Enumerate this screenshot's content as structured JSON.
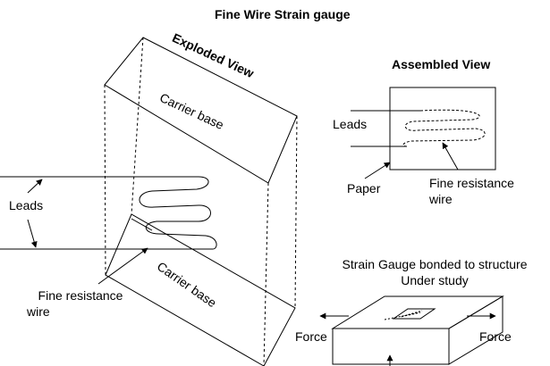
{
  "title": "Fine Wire Strain gauge",
  "exploded_view": {
    "heading": "Exploded View",
    "carrier_base_top": "Carrier base",
    "carrier_base_bottom": "Carrier base",
    "leads": "Leads",
    "fine_resistance_wire_line1": "Fine resistance",
    "fine_resistance_wire_line2": "wire"
  },
  "assembled_view": {
    "heading": "Assembled View",
    "leads": "Leads",
    "paper": "Paper",
    "fine_resistance_wire_line1": "Fine resistance",
    "fine_resistance_wire_line2": "wire"
  },
  "bonded": {
    "caption_line1": "Strain Gauge bonded to structure",
    "caption_line2": "Under study",
    "force_left": "Force",
    "force_right": "Force"
  },
  "colors": {
    "line": "#000000",
    "background": "#ffffff"
  }
}
